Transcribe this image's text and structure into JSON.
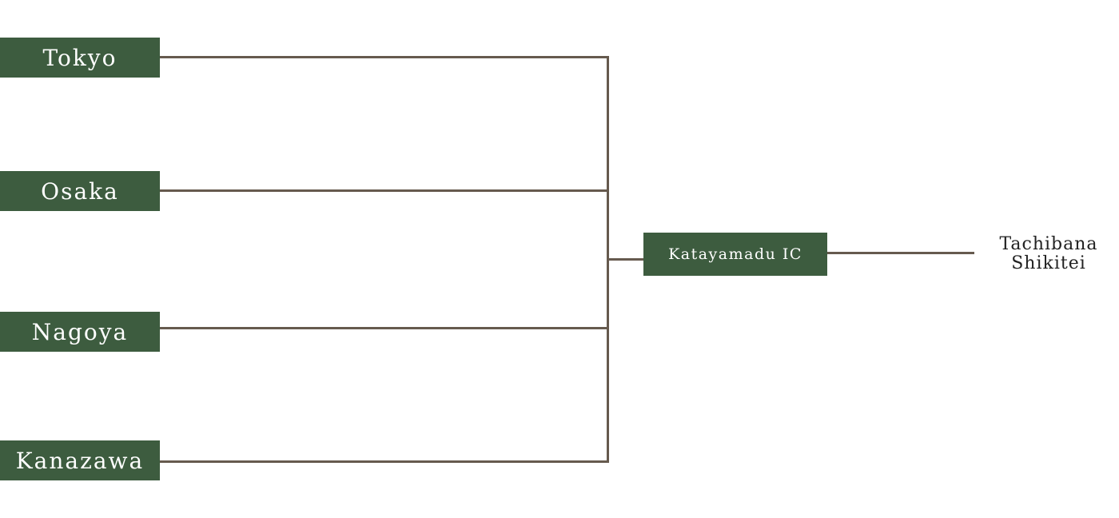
{
  "diagram": {
    "origins": [
      {
        "id": "tokyo",
        "label": "Tokyo"
      },
      {
        "id": "osaka",
        "label": "Osaka"
      },
      {
        "id": "nagoya",
        "label": "Nagoya"
      },
      {
        "id": "kanazawa",
        "label": "Kanazawa"
      }
    ],
    "junction": {
      "label": "Katayamadu IC"
    },
    "destination": {
      "line1": "Tachibana",
      "line2": "Shikitei"
    },
    "colors": {
      "box_fill": "#3d5c3f",
      "box_text": "#ffffff",
      "connector": "#665a4e",
      "destination_text": "#222222"
    }
  }
}
